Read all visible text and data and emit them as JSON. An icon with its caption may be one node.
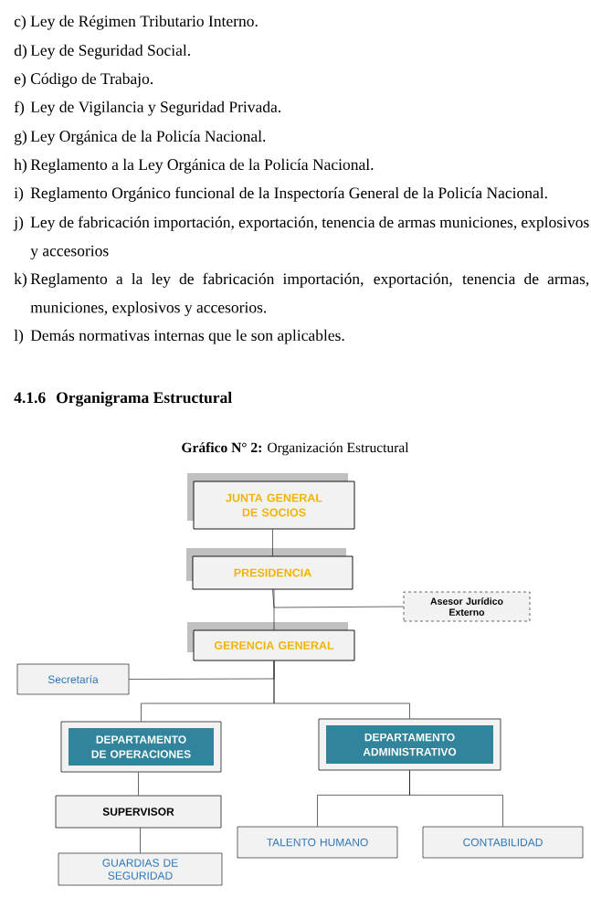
{
  "diagram": {
    "title": "**Gráfico N° 2:** Organización Estructural",
    "nodes": [
      {
        "text": [
          "JUNTA GENERAL DE SOCIOS"
        ]
      },
      {
        "text": [
          "PRESIDENCIA"
        ]
      },
      {
        "text": [
          "Asesor Jurídico Externo"
        ]
      },
      {
        "text": [
          "GERENCIA GENERAL"
        ]
      },
      {
        "text": [
          "Secretaría"
        ]
      },
      {
        "text": [
          "DEPARTAMENTO DE OPERACIONES"
        ]
      },
      {
        "text": [
          "DEPARTAMENTO ADMINISTRATIVO"
        ]
      },
      {
        "text": [
          "SUPERVISOR"
        ]
      },
      {
        "text": [
          "GUARDIAS DE SEGURIDAD"
        ]
      },
      {
        "text": [
          "TALENTO HUMANO"
        ]
      },
      {
        "text": [
          "CONTABILIDAD"
        ]
      }
    ],
    "edges": [
      {
        "from": 0,
        "to": 1,
        "arrow": "none"
      },
      {
        "from": 1,
        "to": 3,
        "arrow": "none"
      },
      {
        "from": 1,
        "to": 2,
        "arrow": "none"
      },
      {
        "from": 3,
        "to": 4,
        "arrow": "none"
      },
      {
        "from": 3,
        "to": 5,
        "arrow": "none"
      },
      {
        "from": 3,
        "to": 6,
        "arrow": "none"
      },
      {
        "from": 5,
        "to": 7,
        "arrow": "none"
      },
      {
        "from": 7,
        "to": 8,
        "arrow": "none"
      },
      {
        "from": 6,
        "to": 9,
        "arrow": "none"
      },
      {
        "from": 6,
        "to": 10,
        "arrow": "none"
      }
    ],
    "labels": [
      "c)",
      "Ley de Régimen Tributario Interno.",
      "d)",
      "Ley de Seguridad Social.",
      "e)",
      "Código de Trabajo.",
      "f)",
      "Ley de Vigilancia y Seguridad Privada.",
      "g)",
      "Ley Orgánica de la Policía Nacional.",
      "h)",
      "Reglamento a la Ley Orgánica de la Policía Nacional.",
      "i)",
      "Reglamento Orgánico funcional de la Inspectoría General de la Policía Nacional.",
      "j)",
      "Ley de fabricación importación, exportación, tenencia de armas municiones, explosivos y accesorios",
      "k)",
      "Reglamento a la ley de fabricación importación, exportación, tenencia de armas, municiones, explosivos y accesorios.",
      "l)",
      "Demás normativas internas que le son aplicables.",
      "4.1.6",
      "Organigrama Estructural"
    ]
  }
}
